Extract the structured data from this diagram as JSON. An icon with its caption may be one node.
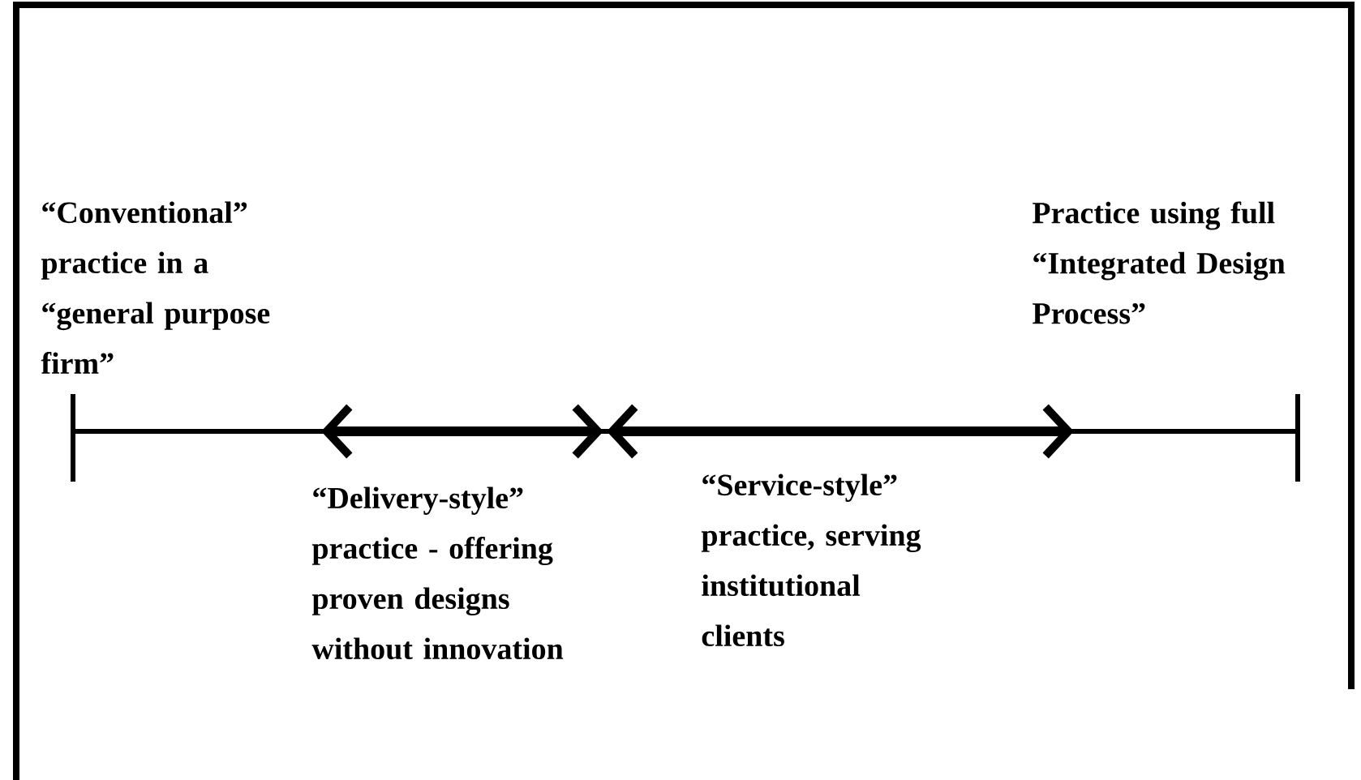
{
  "diagram": {
    "labels": [
      "“Conventional” practice in a “general purpose firm”",
      "Practice using full “Integrated Design Process”",
      "“Delivery-style” practice - offering proven designs without innovation",
      "“Service-style” practice, serving institutional clients"
    ]
  }
}
